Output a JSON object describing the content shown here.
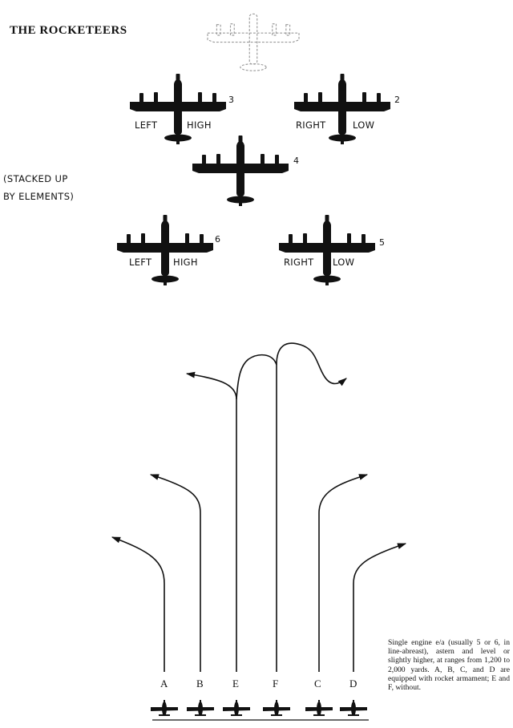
{
  "title": "THE ROCKETEERS",
  "side_note": [
    "(STACKED UP",
    "BY ELEMENTS)"
  ],
  "formation": [
    {
      "id": "3",
      "labels": [
        "LEFT",
        "HIGH"
      ]
    },
    {
      "id": "2",
      "labels": [
        "RIGHT",
        "LOW"
      ]
    },
    {
      "id": "4",
      "labels": []
    },
    {
      "id": "6",
      "labels": [
        "LEFT",
        "HIGH"
      ]
    },
    {
      "id": "5",
      "labels": [
        "RIGHT",
        "LOW"
      ]
    }
  ],
  "lanes": [
    "A",
    "B",
    "E",
    "F",
    "C",
    "D"
  ],
  "caption": "Single engine e/a (usually 5 or 6, in line-abreast), astern and level or slightly higher, at ranges from 1,200 to 2,000 yards. A, B, C, and D are equipped with rocket armament; E and F, without.",
  "colors": {
    "ink": "#111111",
    "ghost": "#9a9a9a",
    "paper": "#ffffff"
  }
}
